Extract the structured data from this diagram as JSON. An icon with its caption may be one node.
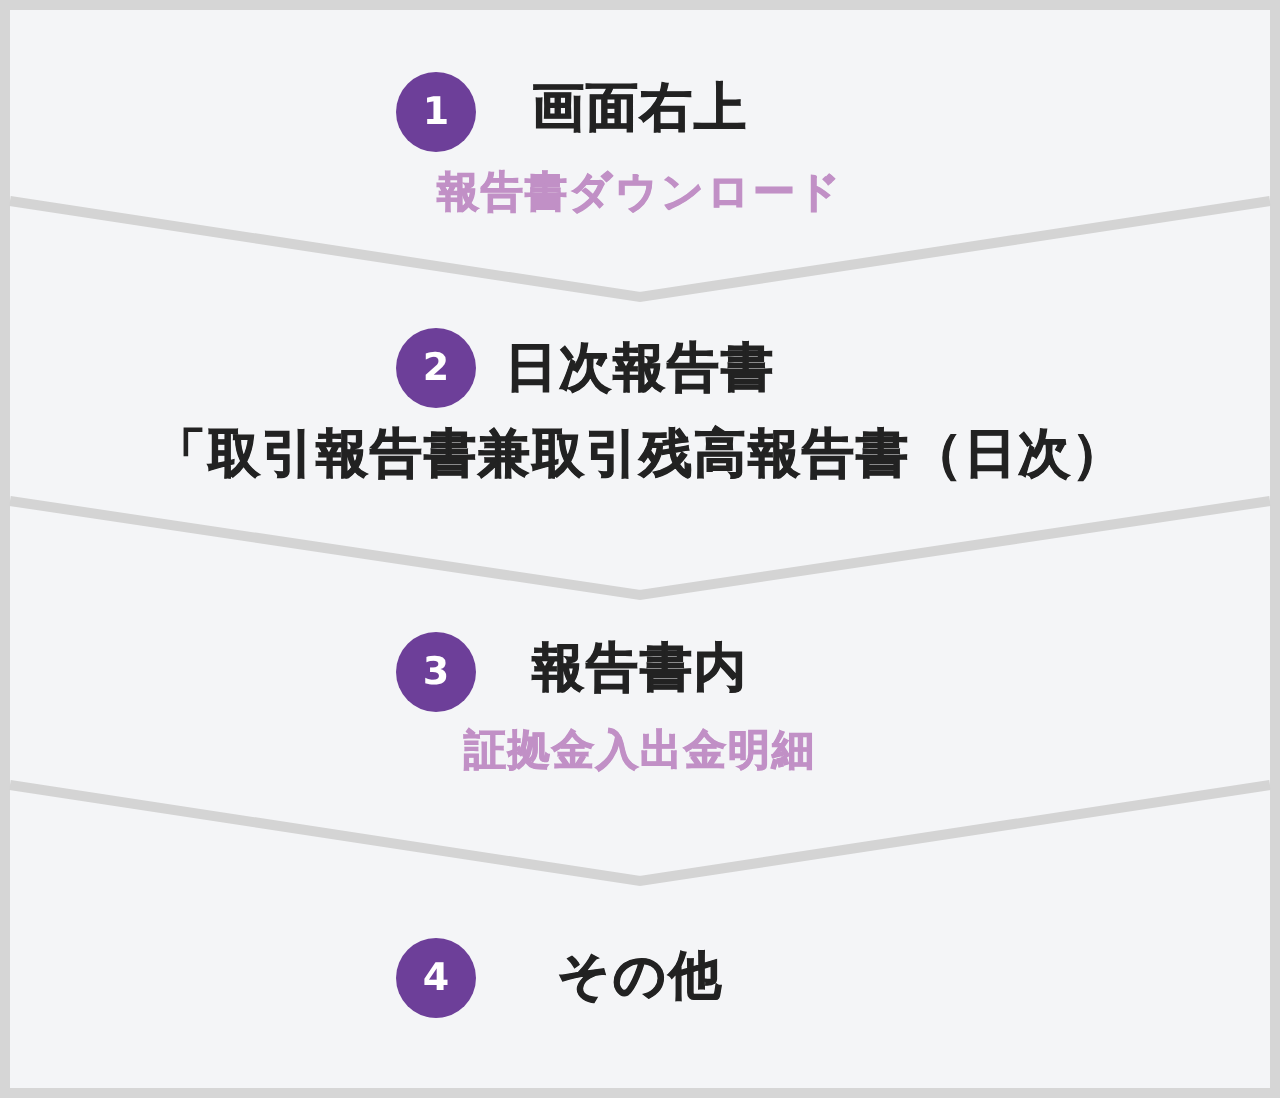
{
  "diagram": {
    "nodes": [
      {
        "text": [
          "画面右上",
          "報告書ダウンロード"
        ]
      },
      {
        "text": [
          "1"
        ],
        "in": 0
      },
      {
        "text": [
          "日次報告書",
          "「取引報告書兼取引残高報告書（日次）"
        ]
      },
      {
        "text": [
          "2"
        ],
        "in": 2
      },
      {
        "text": [
          "報告書内",
          "証拠金入出金明細"
        ]
      },
      {
        "text": [
          "3"
        ],
        "in": 4
      },
      {
        "text": [
          "その他"
        ]
      },
      {
        "text": [
          "4"
        ],
        "in": 6
      }
    ],
    "edges": [
      {
        "from": 0,
        "to": 2,
        "arrow": "none"
      },
      {
        "from": 2,
        "to": 4,
        "arrow": "none"
      },
      {
        "from": 4,
        "to": 6,
        "arrow": "none"
      }
    ]
  }
}
